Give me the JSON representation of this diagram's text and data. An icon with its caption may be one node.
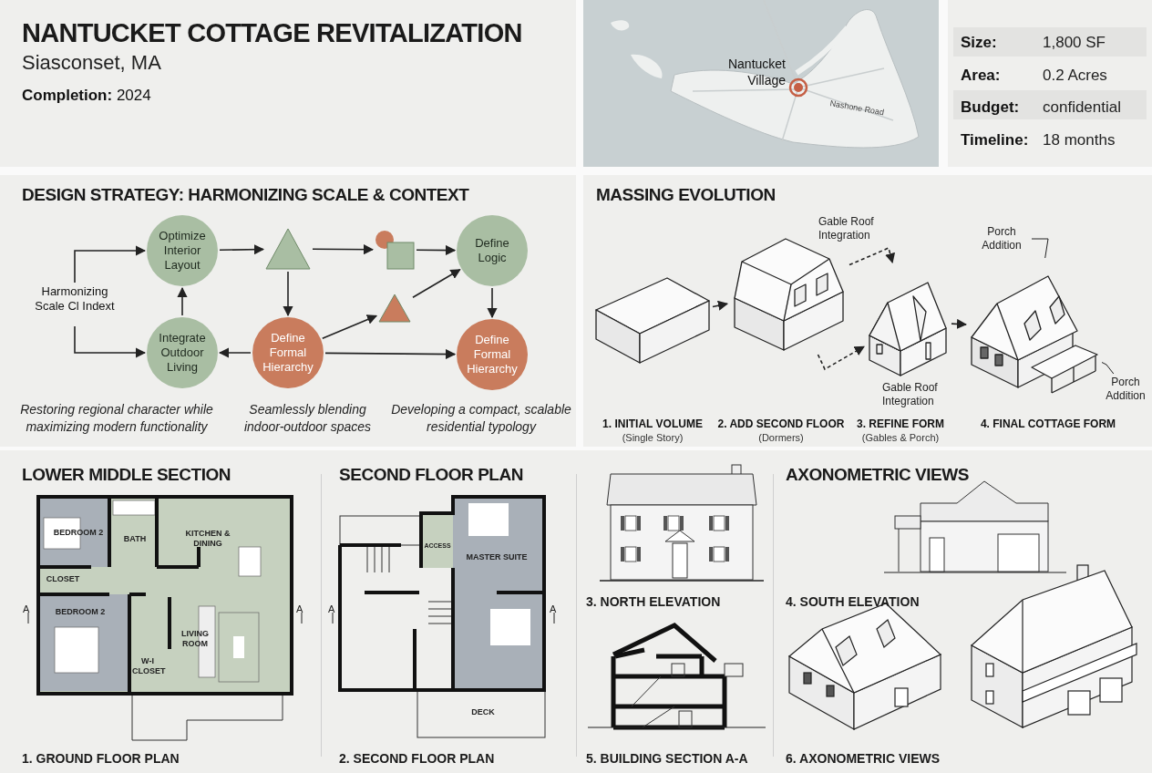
{
  "diagram": {
    "title": "NANTUCKET COTTAGE REVITALIZATION",
    "nodes": [
      {
        "text": [
          "Harmonizing Scale Cl Indext"
        ]
      },
      {
        "text": [
          "Optimize Interior Layout"
        ]
      },
      {
        "text": [],
        "shape": "triangle"
      },
      {
        "text": [],
        "shape": "box"
      },
      {
        "text": [
          "Define Logic"
        ]
      },
      {
        "text": [
          "Integrate Outdoor Living"
        ]
      },
      {
        "text": [
          "Define Formal Hierarchy"
        ]
      },
      {
        "text": [],
        "shape": "triangle"
      },
      {
        "text": [
          "Define Formal Hierarchy"
        ]
      },
      {
        "text": [],
        "shape": "picture",
        "beside": [
          "1. INITIAL VOLUME",
          "(Single Story)"
        ]
      },
      {
        "text": [],
        "shape": "picture",
        "beside": [
          "2. ADD SECOND FLOOR",
          "(Dormers)"
        ]
      },
      {
        "text": [],
        "shape": "picture",
        "beside": [
          "3. REFINE FORM",
          "(Gables & Porch)"
        ]
      },
      {
        "text": [],
        "shape": "picture",
        "beside": [
          "4. FINAL COTTAGE FORM"
        ]
      },
      {
        "text": [
          "Porch Addition"
        ]
      },
      {
        "text": [
          "Porch Addition"
        ]
      }
    ],
    "edges": [
      {
        "from": 0,
        "to": 1,
        "arrow": "to"
      },
      {
        "from": 0,
        "to": 5,
        "arrow": "to"
      },
      {
        "from": 5,
        "to": 1,
        "arrow": "to"
      },
      {
        "from": 1,
        "to": 2,
        "arrow": "to"
      },
      {
        "from": 2,
        "to": 3,
        "arrow": "to"
      },
      {
        "from": 3,
        "to": 4,
        "arrow": "to"
      },
      {
        "from": 2,
        "to": 6,
        "arrow": "to"
      },
      {
        "from": 6,
        "to": 5,
        "arrow": "to"
      },
      {
        "from": 6,
        "to": 7,
        "arrow": "to"
      },
      {
        "from": 7,
        "to": 4,
        "arrow": "to"
      },
      {
        "from": 6,
        "to": 8,
        "arrow": "to"
      },
      {
        "from": 4,
        "to": 8,
        "arrow": "to"
      },
      {
        "from": 9,
        "to": 10,
        "arrow": "to"
      },
      {
        "from": 10,
        "to": 11,
        "arrow": "to",
        "style": "dashed"
      },
      {
        "from": 10,
        "to": 11,
        "arrow": "to",
        "style": "dashed"
      },
      {
        "from": 11,
        "to": 12,
        "arrow": "to"
      },
      {
        "from": 13,
        "to": 12,
        "arrow": "none"
      },
      {
        "from": 14,
        "to": 12,
        "arrow": "none"
      }
    ],
    "labels": [
      "Siasconset, MA",
      "**Completion:** 2024",
      "Nantucket Village",
      "Nashone Road",
      "Size:",
      "1,800 SF",
      "Area:",
      "0.2 Acres",
      "Budget:",
      "confidential",
      "Timeline:",
      "18 months",
      "DESIGN STRATEGY: HARMONIZING SCALE & CONTEXT",
      "Restoring regional character while maximizing modern functionality",
      "Seamlessly blending indoor-outdoor spaces",
      "Developing a compact, scalable residential typology",
      "MASSING EVOLUTION",
      "Gable Roof Integration",
      "Gable Roof Integration",
      "LOWER MIDDLE SECTION",
      "BEDROOM 2",
      "BATH",
      "KITCHEN & DINING",
      "CLOSET",
      "BEDROOM 2",
      "LIVING ROOM",
      "W-I CLOSET",
      "A",
      "A",
      "1. GROUND FLOOR PLAN",
      "SECOND FLOOR PLAN",
      "ACCESS",
      "MASTER SUITE",
      "A",
      "A",
      "DECK",
      "2. SECOND FLOOR PLAN",
      "3. NORTH ELEVATION",
      "5. BUILDING SECTION A-A",
      "AXONOMETRIC VIEWS",
      "4. SOUTH ELEVATION",
      "6. AXONOMETRIC VIEWS"
    ]
  }
}
